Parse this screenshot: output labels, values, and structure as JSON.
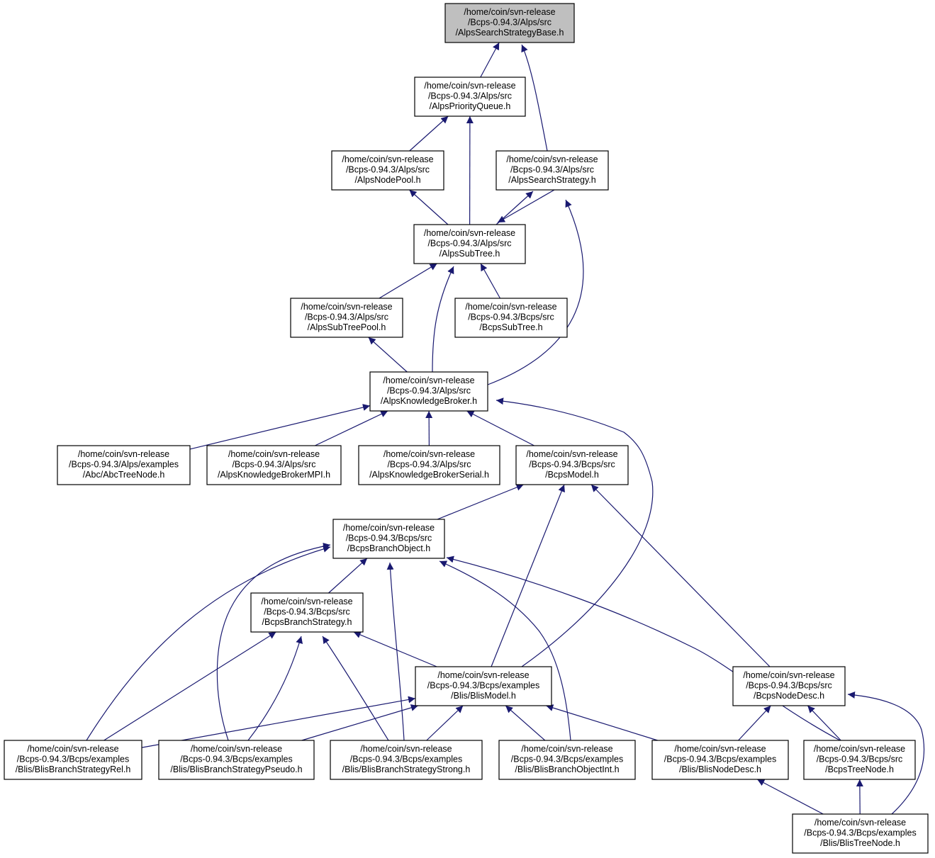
{
  "graph": {
    "nodes": [
      {
        "id": "root",
        "lines": [
          "/home/coin/svn-release",
          "/Bcps-0.94.3/Alps/src",
          "/AlpsSearchStrategyBase.h"
        ],
        "highlight": true
      },
      {
        "id": "pq",
        "lines": [
          "/home/coin/svn-release",
          "/Bcps-0.94.3/Alps/src",
          "/AlpsPriorityQueue.h"
        ]
      },
      {
        "id": "np",
        "lines": [
          "/home/coin/svn-release",
          "/Bcps-0.94.3/Alps/src",
          "/AlpsNodePool.h"
        ]
      },
      {
        "id": "ss",
        "lines": [
          "/home/coin/svn-release",
          "/Bcps-0.94.3/Alps/src",
          "/AlpsSearchStrategy.h"
        ]
      },
      {
        "id": "st",
        "lines": [
          "/home/coin/svn-release",
          "/Bcps-0.94.3/Alps/src",
          "/AlpsSubTree.h"
        ]
      },
      {
        "id": "stp",
        "lines": [
          "/home/coin/svn-release",
          "/Bcps-0.94.3/Alps/src",
          "/AlpsSubTreePool.h"
        ]
      },
      {
        "id": "bst",
        "lines": [
          "/home/coin/svn-release",
          "/Bcps-0.94.3/Bcps/src",
          "/BcpsSubTree.h"
        ]
      },
      {
        "id": "kb",
        "lines": [
          "/home/coin/svn-release",
          "/Bcps-0.94.3/Alps/src",
          "/AlpsKnowledgeBroker.h"
        ]
      },
      {
        "id": "abc",
        "lines": [
          "/home/coin/svn-release",
          "/Bcps-0.94.3/Alps/examples",
          "/Abc/AbcTreeNode.h"
        ]
      },
      {
        "id": "kbmpi",
        "lines": [
          "/home/coin/svn-release",
          "/Bcps-0.94.3/Alps/src",
          "/AlpsKnowledgeBrokerMPI.h"
        ]
      },
      {
        "id": "kbser",
        "lines": [
          "/home/coin/svn-release",
          "/Bcps-0.94.3/Alps/src",
          "/AlpsKnowledgeBrokerSerial.h"
        ]
      },
      {
        "id": "bm",
        "lines": [
          "/home/coin/svn-release",
          "/Bcps-0.94.3/Bcps/src",
          "/BcpsModel.h"
        ]
      },
      {
        "id": "bbo",
        "lines": [
          "/home/coin/svn-release",
          "/Bcps-0.94.3/Bcps/src",
          "/BcpsBranchObject.h"
        ]
      },
      {
        "id": "bbs",
        "lines": [
          "/home/coin/svn-release",
          "/Bcps-0.94.3/Bcps/src",
          "/BcpsBranchStrategy.h"
        ]
      },
      {
        "id": "blm",
        "lines": [
          "/home/coin/svn-release",
          "/Bcps-0.94.3/Bcps/examples",
          "/Blis/BlisModel.h"
        ]
      },
      {
        "id": "bnd",
        "lines": [
          "/home/coin/svn-release",
          "/Bcps-0.94.3/Bcps/src",
          "/BcpsNodeDesc.h"
        ]
      },
      {
        "id": "bsrel",
        "lines": [
          "/home/coin/svn-release",
          "/Bcps-0.94.3/Bcps/examples",
          "/Blis/BlisBranchStrategyRel.h"
        ]
      },
      {
        "id": "bspseudo",
        "lines": [
          "/home/coin/svn-release",
          "/Bcps-0.94.3/Bcps/examples",
          "/Blis/BlisBranchStrategyPseudo.h"
        ]
      },
      {
        "id": "bsstrong",
        "lines": [
          "/home/coin/svn-release",
          "/Bcps-0.94.3/Bcps/examples",
          "/Blis/BlisBranchStrategyStrong.h"
        ]
      },
      {
        "id": "boint",
        "lines": [
          "/home/coin/svn-release",
          "/Bcps-0.94.3/Bcps/examples",
          "/Blis/BlisBranchObjectInt.h"
        ]
      },
      {
        "id": "blnd",
        "lines": [
          "/home/coin/svn-release",
          "/Bcps-0.94.3/Bcps/examples",
          "/Blis/BlisNodeDesc.h"
        ]
      },
      {
        "id": "btn",
        "lines": [
          "/home/coin/svn-release",
          "/Bcps-0.94.3/Bcps/src",
          "/BcpsTreeNode.h"
        ]
      },
      {
        "id": "bltn",
        "lines": [
          "/home/coin/svn-release",
          "/Bcps-0.94.3/Bcps/examples",
          "/Blis/BlisTreeNode.h"
        ]
      }
    ],
    "edges": [
      {
        "from": "pq",
        "to": "root"
      },
      {
        "from": "ss",
        "to": "root"
      },
      {
        "from": "np",
        "to": "pq"
      },
      {
        "from": "st",
        "to": "pq"
      },
      {
        "from": "st",
        "to": "np"
      },
      {
        "from": "st",
        "to": "ss"
      },
      {
        "from": "ss",
        "to": "st"
      },
      {
        "from": "kb",
        "to": "ss"
      },
      {
        "from": "stp",
        "to": "st"
      },
      {
        "from": "bst",
        "to": "st"
      },
      {
        "from": "kb",
        "to": "st"
      },
      {
        "from": "kb",
        "to": "stp"
      },
      {
        "from": "abc",
        "to": "kb"
      },
      {
        "from": "kbmpi",
        "to": "kb"
      },
      {
        "from": "kbser",
        "to": "kb"
      },
      {
        "from": "bm",
        "to": "kb"
      },
      {
        "from": "blm",
        "to": "kb"
      },
      {
        "from": "bbo",
        "to": "bm"
      },
      {
        "from": "blm",
        "to": "bm"
      },
      {
        "from": "bnd",
        "to": "bm"
      },
      {
        "from": "bbs",
        "to": "bbo"
      },
      {
        "from": "bsrel",
        "to": "bbo"
      },
      {
        "from": "bspseudo",
        "to": "bbo"
      },
      {
        "from": "bsstrong",
        "to": "bbo"
      },
      {
        "from": "boint",
        "to": "bbo"
      },
      {
        "from": "btn",
        "to": "bbo"
      },
      {
        "from": "blm",
        "to": "bbs"
      },
      {
        "from": "bsrel",
        "to": "bbs"
      },
      {
        "from": "bspseudo",
        "to": "bbs"
      },
      {
        "from": "bsstrong",
        "to": "bbs"
      },
      {
        "from": "bsrel",
        "to": "blm"
      },
      {
        "from": "bspseudo",
        "to": "blm"
      },
      {
        "from": "bsstrong",
        "to": "blm"
      },
      {
        "from": "boint",
        "to": "blm"
      },
      {
        "from": "blnd",
        "to": "blm"
      },
      {
        "from": "blnd",
        "to": "bnd"
      },
      {
        "from": "btn",
        "to": "bnd"
      },
      {
        "from": "bltn",
        "to": "bnd"
      },
      {
        "from": "bltn",
        "to": "blnd"
      },
      {
        "from": "bltn",
        "to": "btn"
      }
    ]
  },
  "colors": {
    "edge": "#191970",
    "node_border": "#000000",
    "node_fill": "#ffffff",
    "root_fill": "#bfbfbf"
  }
}
